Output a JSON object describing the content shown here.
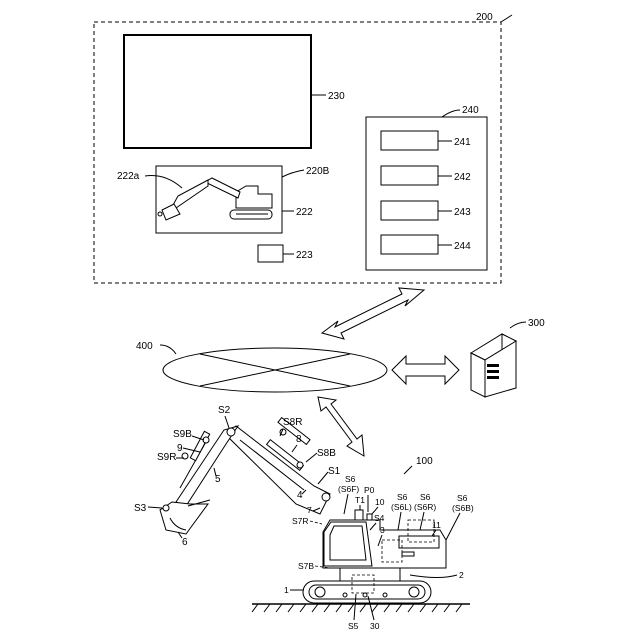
{
  "labels": {
    "system_200": "200",
    "display_230": "230",
    "image_222a": "222a",
    "panel_220B": "220B",
    "image_222": "222",
    "button_223": "223",
    "panel_240": "240",
    "item_241": "241",
    "item_242": "242",
    "item_243": "243",
    "item_244": "244",
    "network_400": "400",
    "server_300": "300",
    "machine_100": "100",
    "s2": "S2",
    "s8r": "S8R",
    "s9b": "S9B",
    "n9": "9",
    "s9r": "S9R",
    "n5": "5",
    "s8b": "S8B",
    "n8": "8",
    "s1": "S1",
    "s3": "S3",
    "n6": "6",
    "n4": "4",
    "s6_s6f": "S6",
    "s6f_paren": "(S6F)",
    "p0": "P0",
    "t1": "T1",
    "n10": "10",
    "s6_left": "S6",
    "s6l_paren": "(S6L)",
    "s6_mid": "S6",
    "s6r_paren": "(S6R)",
    "s6_right": "S6",
    "s6b_paren": "(S6B)",
    "n11": "11",
    "n7": "7",
    "s4": "S4",
    "s7r": "S7R",
    "n3": "3",
    "s7b": "S7B",
    "n2": "2",
    "n1": "1",
    "s5": "S5",
    "n30": "30"
  },
  "colors": {
    "line": "#000000",
    "background": "#ffffff"
  }
}
